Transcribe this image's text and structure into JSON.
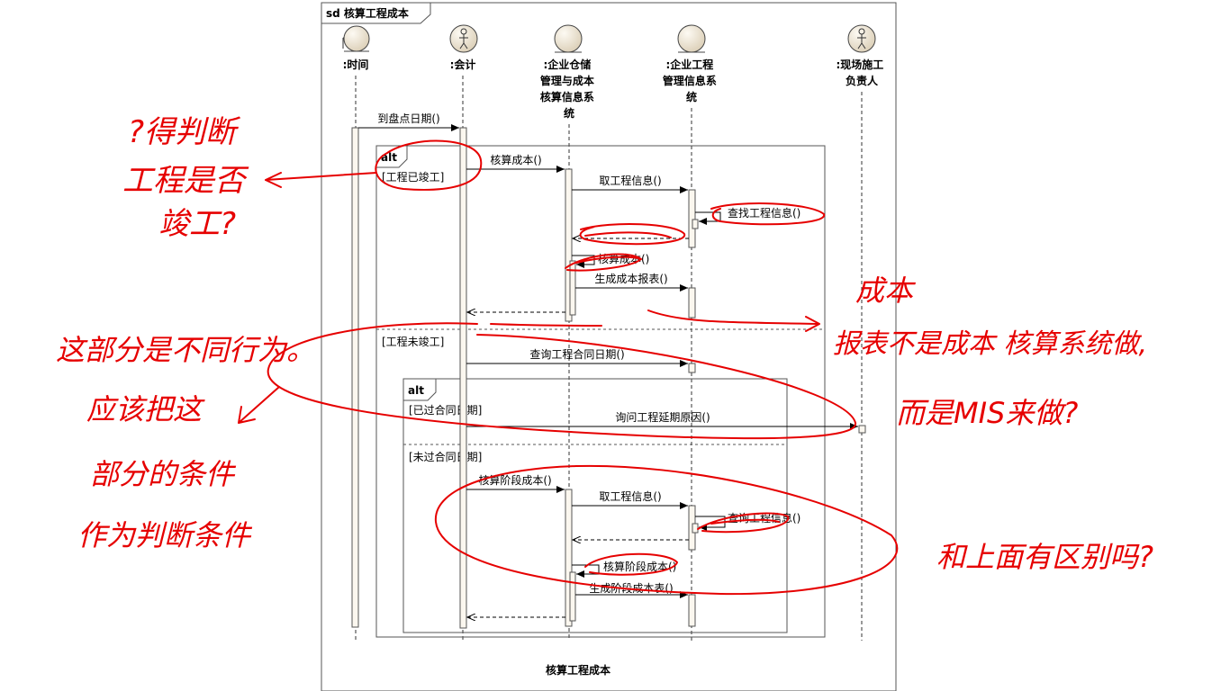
{
  "frame": {
    "label": "sd 核算工程成本",
    "caption": "核算工程成本"
  },
  "lifelines": [
    {
      "kind": "entity",
      "lines": [
        ":时间"
      ]
    },
    {
      "kind": "actor",
      "lines": [
        ":会计"
      ]
    },
    {
      "kind": "entity",
      "lines": [
        ":企业仓储",
        "管理与成本",
        "核算信息系",
        "统"
      ]
    },
    {
      "kind": "entity",
      "lines": [
        ":企业工程",
        "管理信息系",
        "统"
      ]
    },
    {
      "kind": "actor",
      "lines": [
        ":现场施工",
        "负责人"
      ]
    }
  ],
  "fragments": {
    "outer": {
      "op": "alt",
      "guard1": "[工程已竣工]",
      "guard2": "[工程未竣工]"
    },
    "inner": {
      "op": "alt",
      "guard1": "[已过合同日期]",
      "guard2": "[未过合同日期]"
    }
  },
  "messages": [
    {
      "id": "m1",
      "label": "到盘点日期()"
    },
    {
      "id": "m2",
      "label": "核算成本()"
    },
    {
      "id": "m3",
      "label": "取工程信息()"
    },
    {
      "id": "m4",
      "label": "查找工程信息()"
    },
    {
      "id": "m5",
      "label": "核算成本()"
    },
    {
      "id": "m6",
      "label": "生成成本报表()"
    },
    {
      "id": "m7",
      "label": "查询工程合同日期()"
    },
    {
      "id": "m8",
      "label": "询问工程延期原因()"
    },
    {
      "id": "m9",
      "label": "核算阶段成本()"
    },
    {
      "id": "m10",
      "label": "取工程信息()"
    },
    {
      "id": "m11",
      "label": "查询工程信息()"
    },
    {
      "id": "m12",
      "label": "核算阶段成本()"
    },
    {
      "id": "m13",
      "label": "生成阶段成本表()"
    }
  ],
  "annotations": [
    {
      "id": "note-left-top",
      "lines": [
        "?得判断",
        "工程是否",
        "竣工?"
      ]
    },
    {
      "id": "note-left-bottom",
      "lines": [
        "这部分是不同行为。",
        "应该把这",
        "部分的条件",
        "作为判断条件"
      ]
    },
    {
      "id": "note-right-1",
      "lines": [
        "成本",
        "报表不是成本 核算系统做,",
        "而是MIS来做?"
      ]
    },
    {
      "id": "note-right-2",
      "lines": [
        "和上面有区别吗?"
      ]
    }
  ],
  "colors": {
    "ink": "#000000",
    "annotation": "#e60000",
    "activation": "#fbf7ef",
    "head": "#f1e8d8"
  }
}
